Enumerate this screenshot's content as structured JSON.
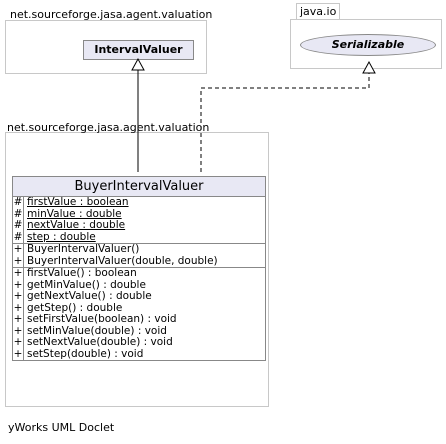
{
  "packages": {
    "top_valuation": "net.sourceforge.jasa.agent.valuation",
    "java_io": "java.io",
    "bottom_valuation": "net.sourceforge.jasa.agent.valuation"
  },
  "superclass": {
    "name": "IntervalValuer"
  },
  "interface": {
    "name": "Serializable"
  },
  "class": {
    "name": "BuyerIntervalValuer",
    "fields": [
      {
        "vis": "#",
        "text": "firstValue : boolean"
      },
      {
        "vis": "#",
        "text": "minValue : double"
      },
      {
        "vis": "#",
        "text": "nextValue : double"
      },
      {
        "vis": "#",
        "text": "step : double"
      }
    ],
    "constructors": [
      {
        "vis": "+",
        "text": "BuyerIntervalValuer()"
      },
      {
        "vis": "+",
        "text": "BuyerIntervalValuer(double, double)"
      }
    ],
    "methods": [
      {
        "vis": "+",
        "text": "firstValue() : boolean"
      },
      {
        "vis": "+",
        "text": "getMinValue() : double"
      },
      {
        "vis": "+",
        "text": "getNextValue() : double"
      },
      {
        "vis": "+",
        "text": "getStep() : double"
      },
      {
        "vis": "+",
        "text": "setFirstValue(boolean) : void"
      },
      {
        "vis": "+",
        "text": "setMinValue(double) : void"
      },
      {
        "vis": "+",
        "text": "setNextValue(double) : void"
      },
      {
        "vis": "+",
        "text": "setStep(double) : void"
      }
    ]
  },
  "footer": "yWorks UML Doclet"
}
